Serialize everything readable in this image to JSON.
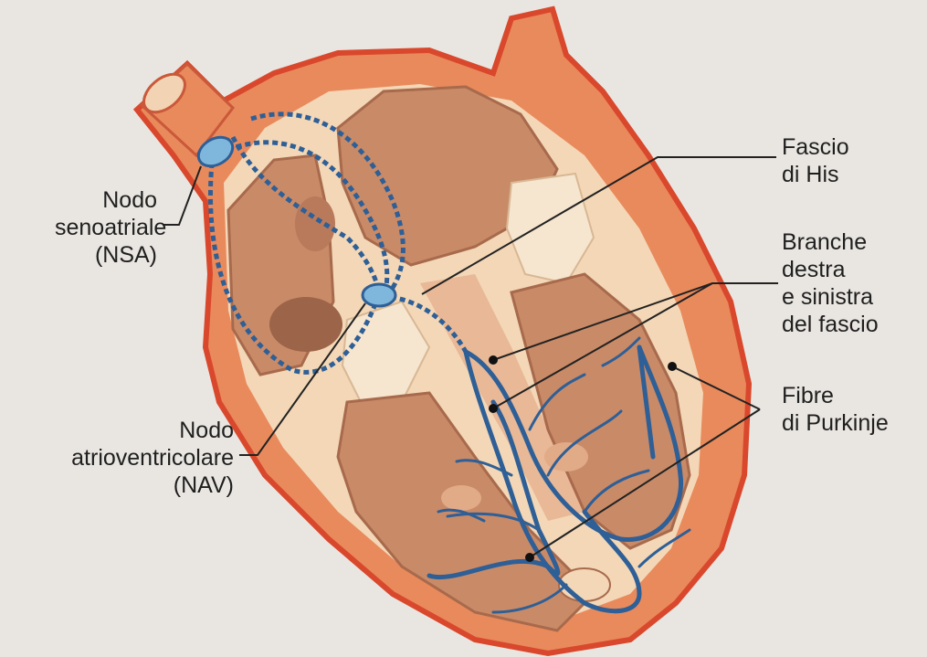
{
  "labels": {
    "fascio_his": [
      "Fascio",
      "di His"
    ],
    "branche": [
      "Branche",
      "destra",
      "e sinistra",
      "del fascio"
    ],
    "fibre": [
      "Fibre",
      "di Purkinje"
    ],
    "nsa": [
      "Nodo",
      "senoatriale",
      "(NSA)"
    ],
    "nav": [
      "Nodo",
      "atrioventricolare",
      "(NAV)"
    ]
  },
  "colors": {
    "heart_outer": "#e98a5c",
    "heart_border": "#d9482c",
    "chamber": "#c98a67",
    "wall": "#f3d7b7",
    "conduction": "#2e5f96",
    "node": "#7fb6dc",
    "label_line": "#222222"
  }
}
